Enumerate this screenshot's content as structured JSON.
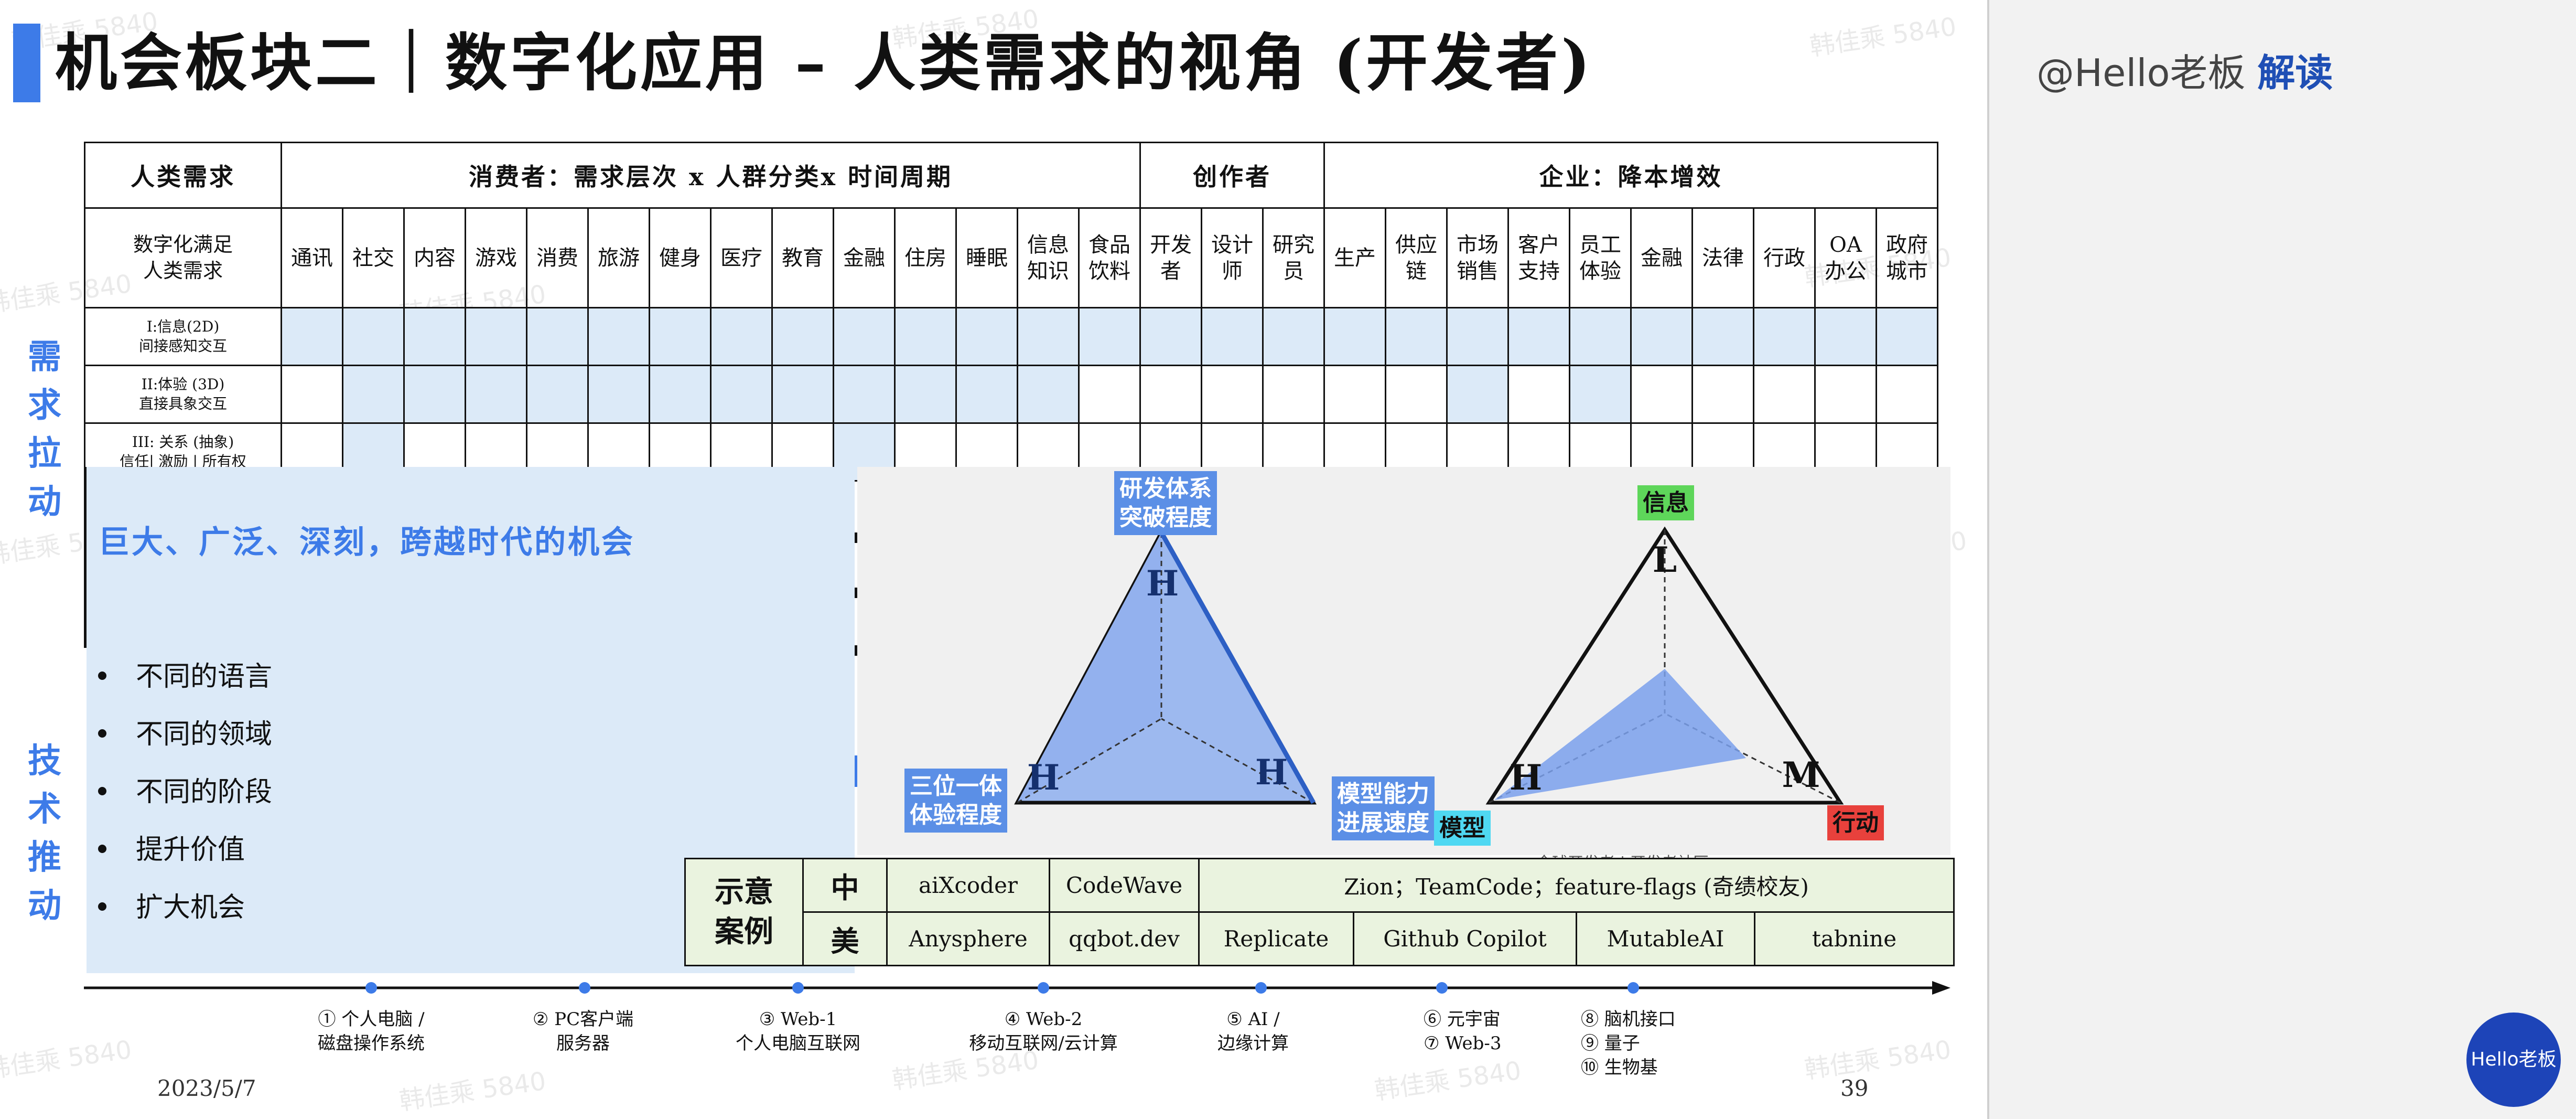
{
  "title": "机会板块二｜数字化应用 – 人类需求的视角 (开发者)",
  "table": {
    "header": {
      "human_needs": "人类需求",
      "consumer": "消费者：需求层次 x 人群分类x 时间周期",
      "creator": "创作者",
      "enterprise": "企业：降本增效"
    },
    "corner": "数字化满足\n人类需求",
    "columns": [
      "通讯",
      "社交",
      "内容",
      "游戏",
      "消费",
      "旅游",
      "健身",
      "医疗",
      "教育",
      "金融",
      "住房",
      "睡眠",
      "信息\n知识",
      "食品\n饮料",
      "开发\n者",
      "设计\n师",
      "研究\n员",
      "生产",
      "供应\n链",
      "市场\n销售",
      "客户\n支持",
      "员工\n体验",
      "金融",
      "法律",
      "行政",
      "OA\n办公",
      "政府\n城市"
    ],
    "rows": [
      {
        "label": "I:信息(2D)\n间接感知交互"
      },
      {
        "label": "II:体验 (3D)\n直接具象交互"
      },
      {
        "label": "III: 关系 (抽象)\n信任| 激励 | 所有权"
      }
    ]
  },
  "side_labels": {
    "demand": "需求拉动",
    "tech": "技术推动"
  },
  "opportunity": {
    "title": "巨大、广泛、深刻，跨越时代的机会",
    "items": [
      "不同的语言",
      "不同的领域",
      "不同的阶段",
      "提升价值",
      "扩大机会"
    ]
  },
  "diagram": {
    "left_tags": {
      "top": "研发体系\n突破程度",
      "left": "三位一体\n体验程度",
      "right": "模型能力\n进展速度"
    },
    "left_letters": [
      "H",
      "H",
      "H"
    ],
    "right_tags": {
      "top": "信息",
      "left": "模型",
      "right": "行动"
    },
    "right_letters": [
      "L",
      "H",
      "M"
    ],
    "colors": {
      "blue_tag": "#5b8fe6",
      "green_tag": "#5ed65a",
      "cyan_tag": "#4fd8f2",
      "red_tag": "#e8413c",
      "fill": "#8fb0f0"
    },
    "partial_text": "全球开发者 | 开发者社区"
  },
  "cases": {
    "label": "示意\n案例",
    "cn": {
      "label": "中",
      "items": [
        "aiXcoder",
        "CodeWave",
        "Zion；TeamCode；feature-flags  (奇绩校友)"
      ]
    },
    "us": {
      "label": "美",
      "items": [
        "Anysphere",
        "qqbot.dev",
        "Replicate",
        "Github  Copilot",
        "MutableAI",
        "tabnine"
      ]
    }
  },
  "timeline": [
    {
      "line1": "① 个人电脑 /",
      "line2": "磁盘操作系统"
    },
    {
      "line1": "② PC客户端",
      "line2": "服务器"
    },
    {
      "line1": "③ Web-1",
      "line2": "个人电脑互联网"
    },
    {
      "line1": "④ Web-2",
      "line2": "移动互联网/云计算"
    },
    {
      "line1": "⑤ AI /",
      "line2": "边缘计算"
    },
    {
      "line1": "⑥ 元宇宙",
      "line2": "⑦ Web-3"
    },
    {
      "line1": "⑧ 脑机接口",
      "line2": "⑨ 量子",
      "line3": "⑩ 生物基"
    }
  ],
  "footer": {
    "date": "2023/5/7",
    "page": "39"
  },
  "watermark": "韩佳乘 5840",
  "side_panel": {
    "author_prefix": "@Hello老板",
    "author_action": "解读",
    "badge": "Hello老板"
  }
}
